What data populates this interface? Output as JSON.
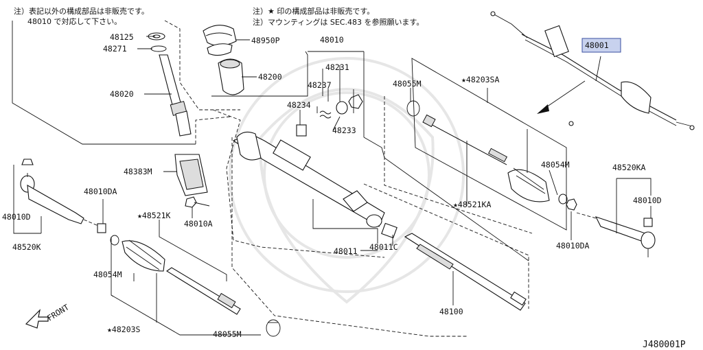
{
  "notes": {
    "note1_line1": "注）表記以外の構成部品は非販売です。",
    "note1_line2": "48010 で対応して下さい。",
    "note2_line1": "注）★ 印の構成部品は非販売です。",
    "note2_line2": "注）マウンティングは SEC.483 を参照願います。"
  },
  "labels": {
    "p48125": "48125",
    "p48271": "48271",
    "p48020": "48020",
    "p48950P": "48950P",
    "p48200": "48200",
    "p48010_top": "48010",
    "p48231": "48231",
    "p48237": "48237",
    "p48234": "48234",
    "p48233": "48233",
    "p48001": "48001",
    "p48055M_top": "48055M",
    "p48203SA": "★48203SA",
    "p48054M_right": "48054M",
    "p48520KA": "48520KA",
    "p48010D_right": "48010D",
    "p48521KA": "★48521KA",
    "p48010DA_right": "48010DA",
    "p48383M": "48383M",
    "p48010DA_left": "48010DA",
    "p48521K": "★48521K",
    "p48010A": "48010A",
    "p48010D_left": "48010D",
    "p48520K": "48520K",
    "p48011": "48011",
    "p48011C": "48011C",
    "p48054M_left": "48054M",
    "p48100": "48100",
    "p48203S": "★48203S",
    "p48055M_bottom": "48055M",
    "front": "FRONT",
    "ref": "J480001P"
  },
  "colors": {
    "highlight": "#c8d2ee",
    "highlight_border": "#3a4fa0"
  }
}
